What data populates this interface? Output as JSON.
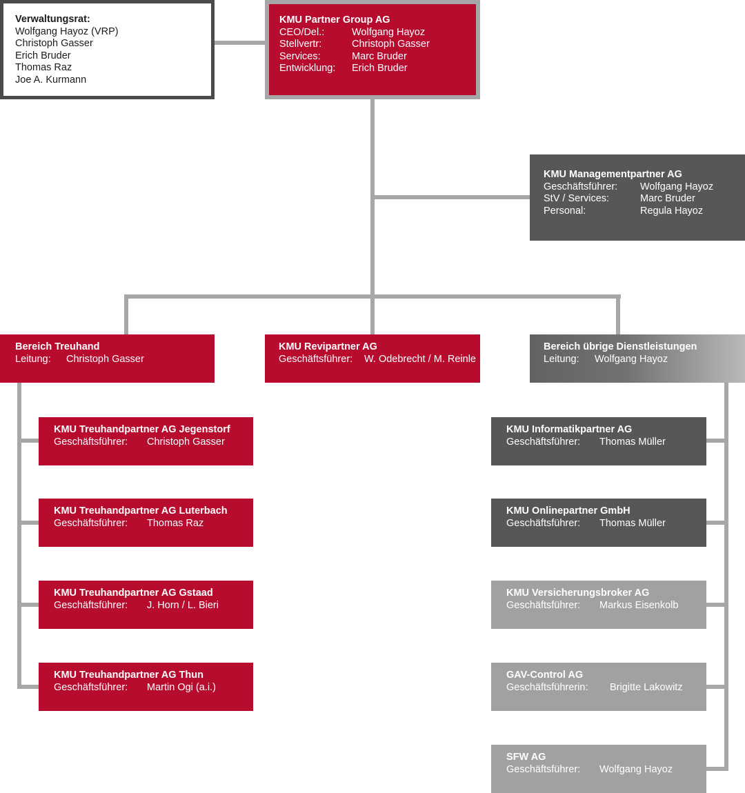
{
  "board": {
    "title": "Verwaltungsrat:",
    "members": [
      "Wolfgang Hayoz (VRP)",
      "Christoph Gasser",
      "Erich Bruder",
      "Thomas Raz",
      "Joe A. Kurmann"
    ]
  },
  "group": {
    "title": "KMU Partner Group AG",
    "rows": [
      {
        "label": "CEO/Del.:",
        "value": "Wolfgang Hayoz"
      },
      {
        "label": "Stellvertr:",
        "value": "Christoph Gasser"
      },
      {
        "label": "Services:",
        "value": "Marc Bruder"
      },
      {
        "label": "Entwicklung:",
        "value": "Erich Bruder"
      }
    ]
  },
  "management": {
    "title": "KMU Managementpartner AG",
    "rows": [
      {
        "label": "Geschäftsführer:",
        "value": "Wolfgang Hayoz"
      },
      {
        "label": "StV / Services:",
        "value": "Marc Bruder"
      },
      {
        "label": "Personal:",
        "value": "Regula Hayoz"
      }
    ]
  },
  "treuhand": {
    "title": "Bereich Treuhand",
    "label": "Leitung:",
    "value": "Christoph Gasser"
  },
  "revi": {
    "title": "KMU Revipartner AG",
    "label": "Geschäftsführer:",
    "value": "W. Odebrecht / M. Reinle"
  },
  "dienst": {
    "title": "Bereich übrige Dienstleistungen",
    "label": "Leitung:",
    "value": "Wolfgang Hayoz"
  },
  "treuhand_units": [
    {
      "title": "KMU Treuhandpartner AG Jegenstorf",
      "label": "Geschäftsführer:",
      "value": "Christoph Gasser"
    },
    {
      "title": "KMU Treuhandpartner AG Luterbach",
      "label": "Geschäftsführer:",
      "value": "Thomas Raz"
    },
    {
      "title": "KMU Treuhandpartner AG Gstaad",
      "label": "Geschäftsführer:",
      "value": "J. Horn / L. Bieri"
    },
    {
      "title": "KMU Treuhandpartner AG Thun",
      "label": "Geschäftsführer:",
      "value": "Martin Ogi (a.i.)"
    }
  ],
  "service_units": [
    {
      "title": "KMU Informatikpartner AG",
      "label": "Geschäftsführer:",
      "value": "Thomas Müller"
    },
    {
      "title": "KMU Onlinepartner GmbH",
      "label": "Geschäftsführer:",
      "value": "Thomas Müller"
    },
    {
      "title": "KMU Versicherungsbroker AG",
      "label": "Geschäftsführer:",
      "value": "Markus Eisenkolb"
    },
    {
      "title": "GAV-Control AG",
      "label": "Geschäftsführerin:",
      "value": "Brigitte Lakowitz"
    },
    {
      "title": "SFW AG",
      "label": "Geschäftsführer:",
      "value": "Wolfgang Hayoz"
    }
  ],
  "colors": {
    "red": "#b80c2f",
    "dark": "#575757",
    "light": "#a1a1a1",
    "connector": "#a7a7a7",
    "border": "#4b4b4b"
  }
}
